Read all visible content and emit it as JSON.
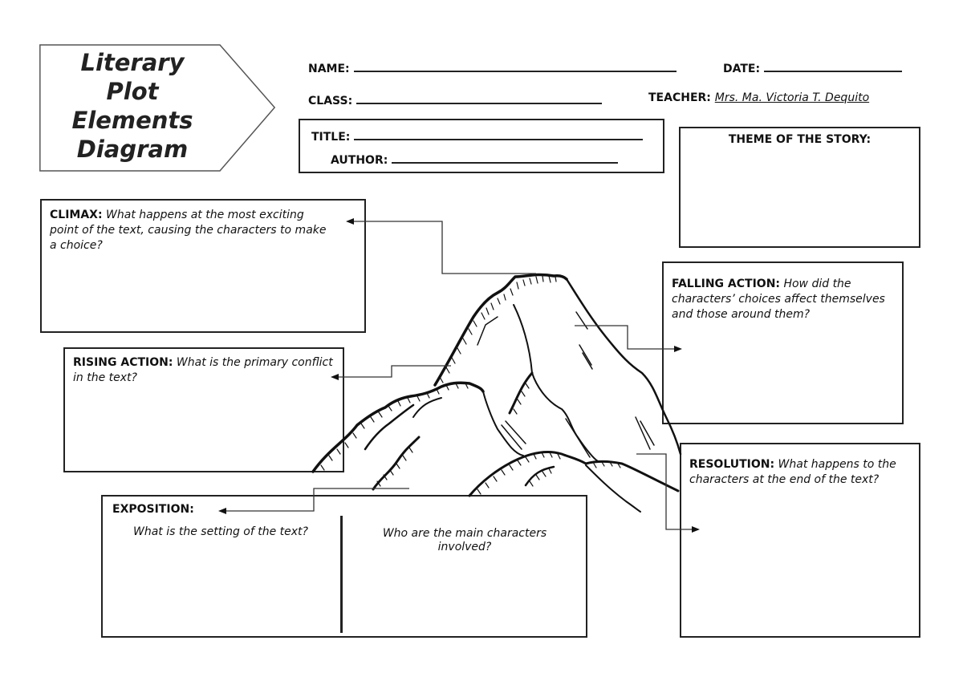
{
  "worksheet": {
    "title_lines": [
      "Literary",
      "Plot",
      "Elements",
      "Diagram"
    ]
  },
  "header": {
    "name_label": "NAME:",
    "date_label": "DATE:",
    "class_label": "CLASS:",
    "teacher_label": "TEACHER:",
    "teacher_value": "Mrs. Ma. Victoria T. Dequito",
    "title_label": "TITLE:",
    "author_label": "AUTHOR:",
    "name_value": "",
    "date_value": "",
    "class_value": "",
    "title_value": "",
    "author_value": ""
  },
  "theme": {
    "label": "THEME OF THE STORY:",
    "value": ""
  },
  "climax": {
    "label": "CLIMAX:",
    "question": " What happens at the most exciting point of the text, causing the characters to make a choice?",
    "value": ""
  },
  "rising_action": {
    "label": "RISING ACTION:",
    "question": " What is the primary conflict in the text?",
    "value": ""
  },
  "falling_action": {
    "label": "FALLING ACTION:",
    "question": " How did the characters’ choices affect themselves and those around them?",
    "value": ""
  },
  "resolution": {
    "label": "RESOLUTION:",
    "question": " What happens to the characters at the end of the text?",
    "value": ""
  },
  "exposition": {
    "label": "EXPOSITION:",
    "setting_question": "What is the setting of the text?",
    "characters_question": "Who are the main characters involved?",
    "setting_value": "",
    "characters_value": ""
  },
  "colors": {
    "ink": "#222222",
    "paper": "#ffffff",
    "connector": "#333333"
  }
}
